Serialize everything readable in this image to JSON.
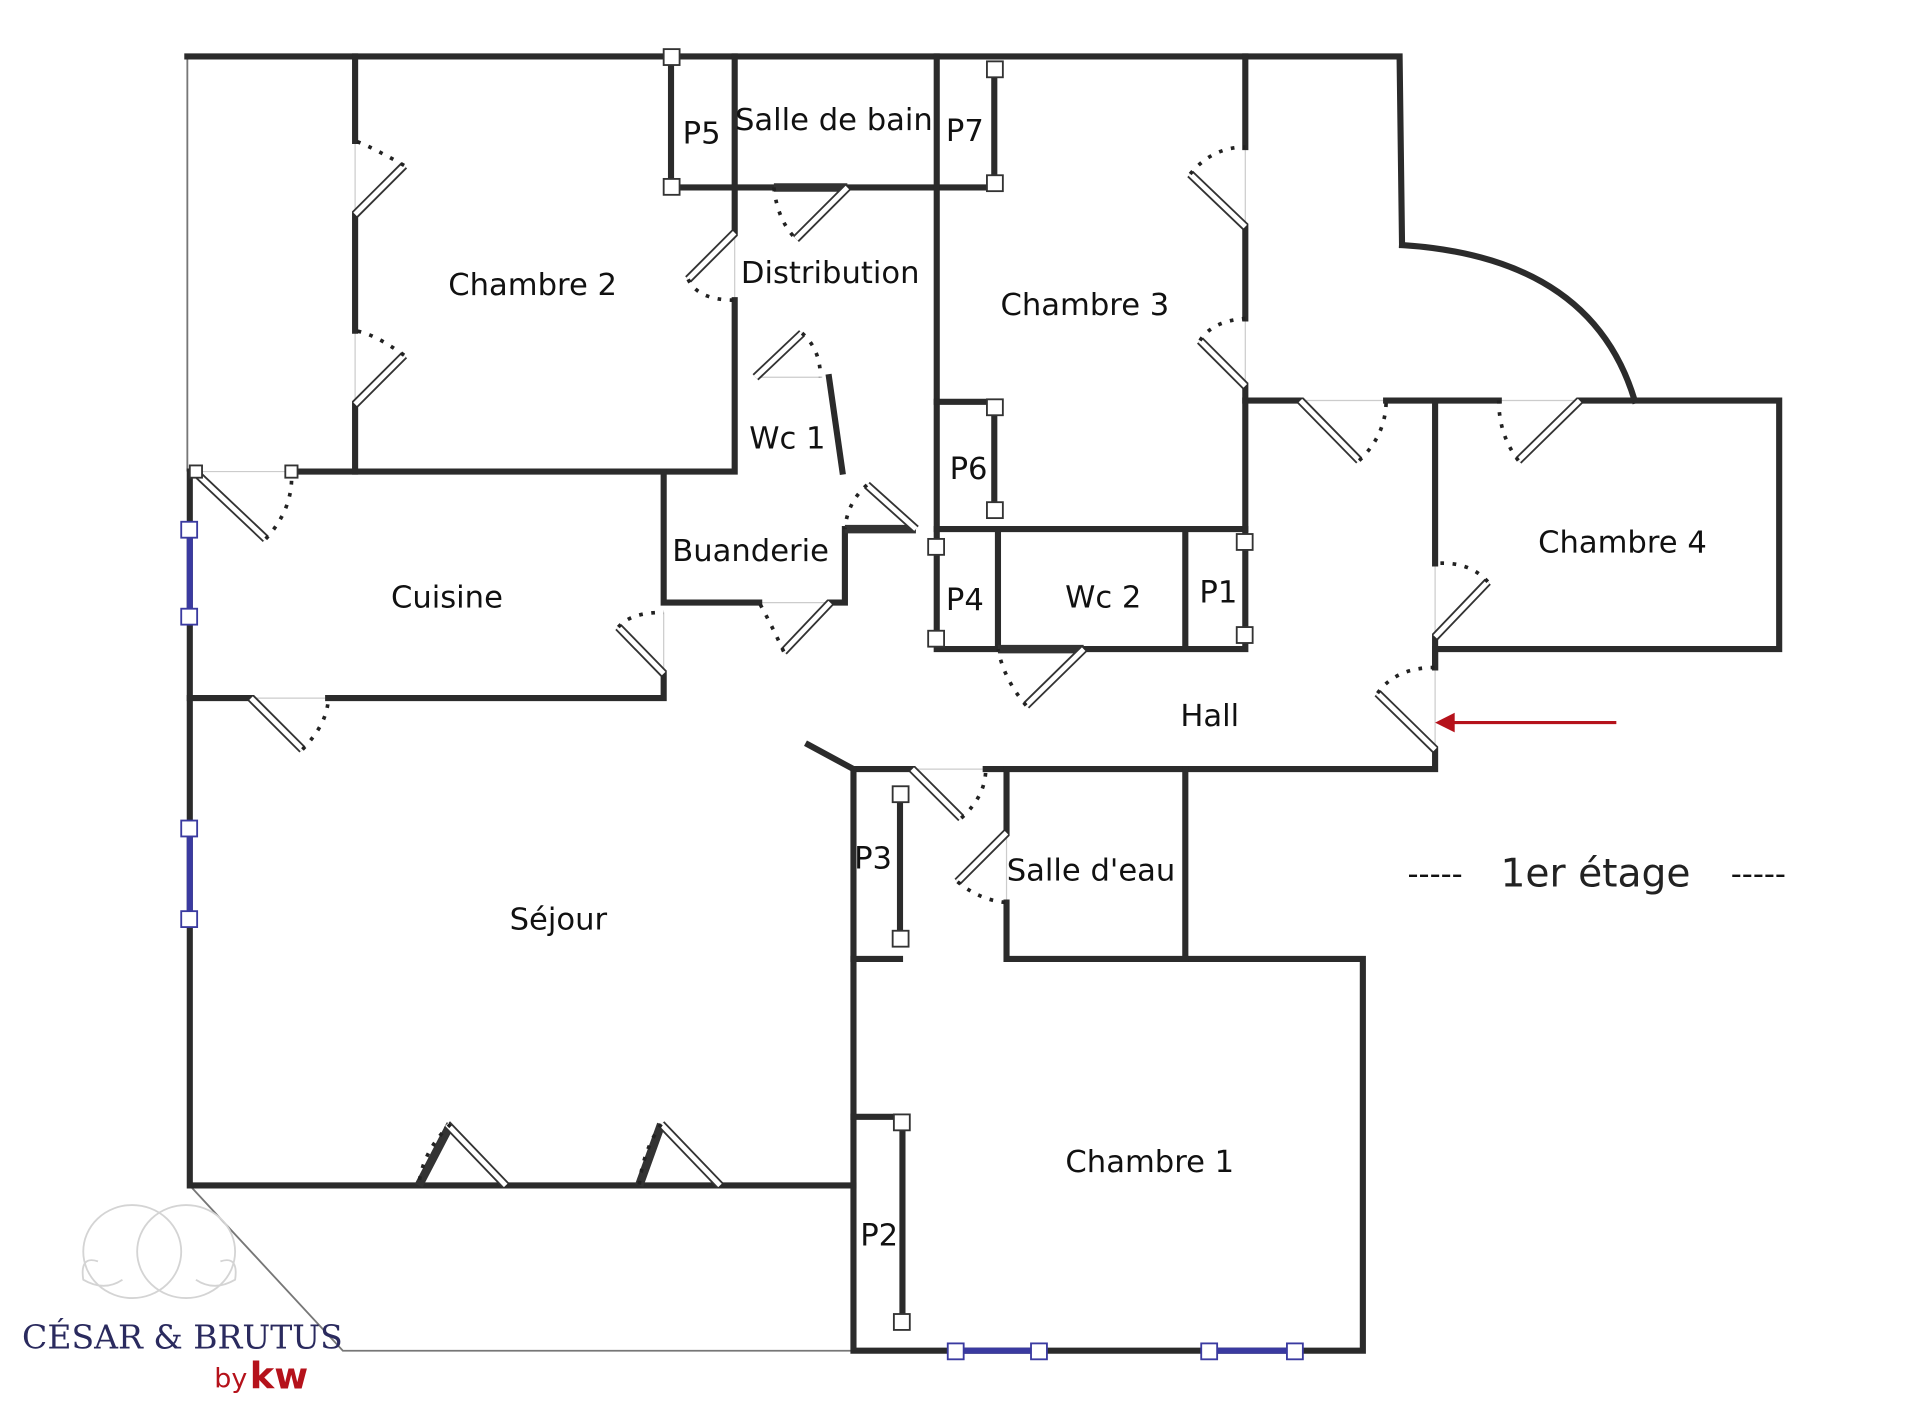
{
  "title": "1er étage",
  "rooms": {
    "chambre2": "Chambre 2",
    "salle_de_bain": "Salle de bain",
    "p5": "P5",
    "p7": "P7",
    "distribution": "Distribution",
    "chambre3": "Chambre 3",
    "wc1": "Wc 1",
    "p6": "P6",
    "buanderie": "Buanderie",
    "cuisine": "Cuisine",
    "p4": "P4",
    "wc2": "Wc 2",
    "p1": "P1",
    "chambre4": "Chambre 4",
    "hall": "Hall",
    "salle_deau": "Salle d'eau",
    "p3": "P3",
    "sejour": "Séjour",
    "chambre1": "Chambre 1",
    "p2": "P2"
  },
  "legend": {
    "dashes": "-----",
    "label": "1er étage"
  },
  "logo": {
    "name": "CÉSAR & BRUTUS",
    "by": "by",
    "brand": "kw"
  },
  "colors": {
    "walls": "#2b2b2b",
    "windows": "#3a3aa0",
    "entry_arrow": "#b5121b",
    "logo": "#2a2a5e"
  }
}
